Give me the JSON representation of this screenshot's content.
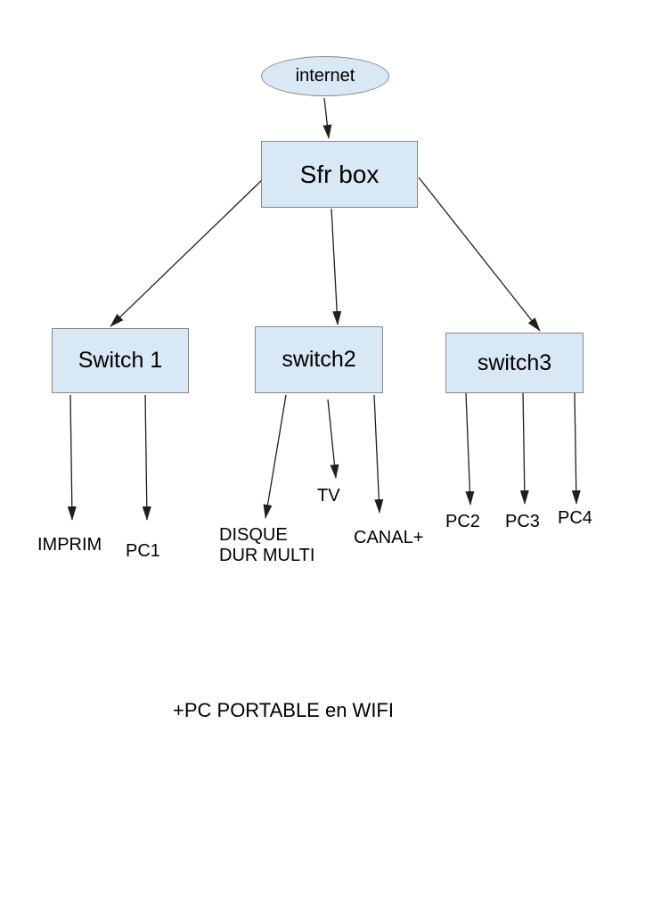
{
  "nodes": {
    "internet": {
      "label": "internet"
    },
    "sfr_box": {
      "label": "Sfr box"
    },
    "switch1": {
      "label": "Switch 1"
    },
    "switch2": {
      "label": "switch2"
    },
    "switch3": {
      "label": "switch3"
    }
  },
  "devices": {
    "imprim": {
      "label": "IMPRIM"
    },
    "pc1": {
      "label": "PC1"
    },
    "disque_dur_multi": {
      "label": "DISQUE DUR MULTI"
    },
    "tv": {
      "label": "TV"
    },
    "canal_plus": {
      "label": "CANAL+"
    },
    "pc2": {
      "label": "PC2"
    },
    "pc3": {
      "label": "PC3"
    },
    "pc4": {
      "label": "PC4"
    }
  },
  "footer_note": "+PC PORTABLE en WIFI",
  "edges": [
    {
      "from": "internet",
      "to": "sfr_box"
    },
    {
      "from": "sfr_box",
      "to": "switch1"
    },
    {
      "from": "sfr_box",
      "to": "switch2"
    },
    {
      "from": "sfr_box",
      "to": "switch3"
    },
    {
      "from": "switch1",
      "to": "imprim"
    },
    {
      "from": "switch1",
      "to": "pc1"
    },
    {
      "from": "switch2",
      "to": "disque_dur_multi"
    },
    {
      "from": "switch2",
      "to": "tv"
    },
    {
      "from": "switch2",
      "to": "canal_plus"
    },
    {
      "from": "switch3",
      "to": "pc2"
    },
    {
      "from": "switch3",
      "to": "pc3"
    },
    {
      "from": "switch3",
      "to": "pc4"
    }
  ],
  "colors": {
    "node_fill": "#d9e8f5",
    "node_border": "#888888",
    "arrow": "#1f1f1f",
    "text": "#000000",
    "background": "#ffffff"
  }
}
